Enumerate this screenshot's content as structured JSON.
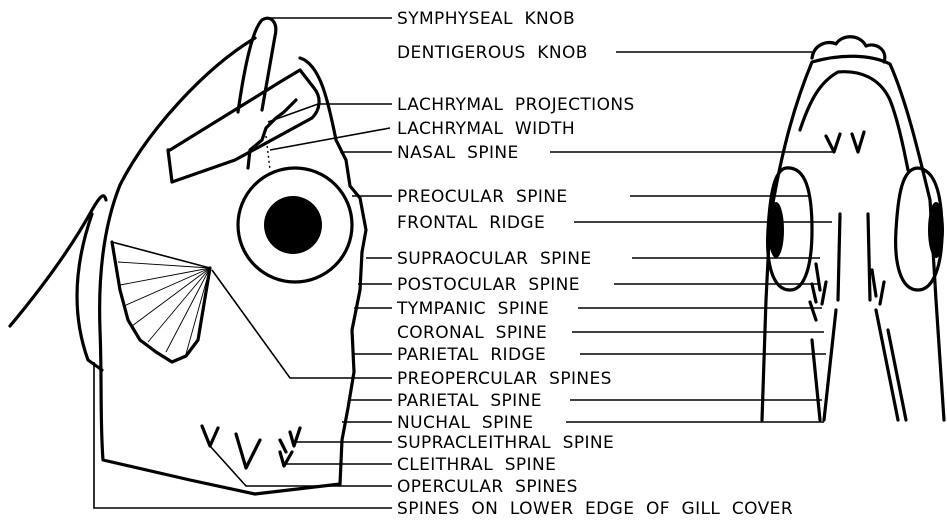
{
  "labels": [
    "SYMPHYSEAL  KNOB",
    "DENTIGEROUS  KNOB",
    "LACHRYMAL  PROJECTIONS",
    "LACHRYMAL  WIDTH",
    "NASAL  SPINE",
    "PREOCULAR  SPINE",
    "FRONTAL  RIDGE",
    "SUPRAOCULAR  SPINE",
    "POSTOCULAR  SPINE",
    "TYMPANIC  SPINE",
    "CORONAL  SPINE",
    "PARIETAL  RIDGE",
    "PREOPERCULAR  SPINES",
    "PARIETAL  SPINE",
    "NUCHAL  SPINE",
    "SUPRACLEITHRAL  SPINE",
    "CLEITHRAL  SPINE",
    "OPERCULAR  SPINES",
    "SPINES  ON  LOWER  EDGE  OF  GILL  COVER"
  ]
}
